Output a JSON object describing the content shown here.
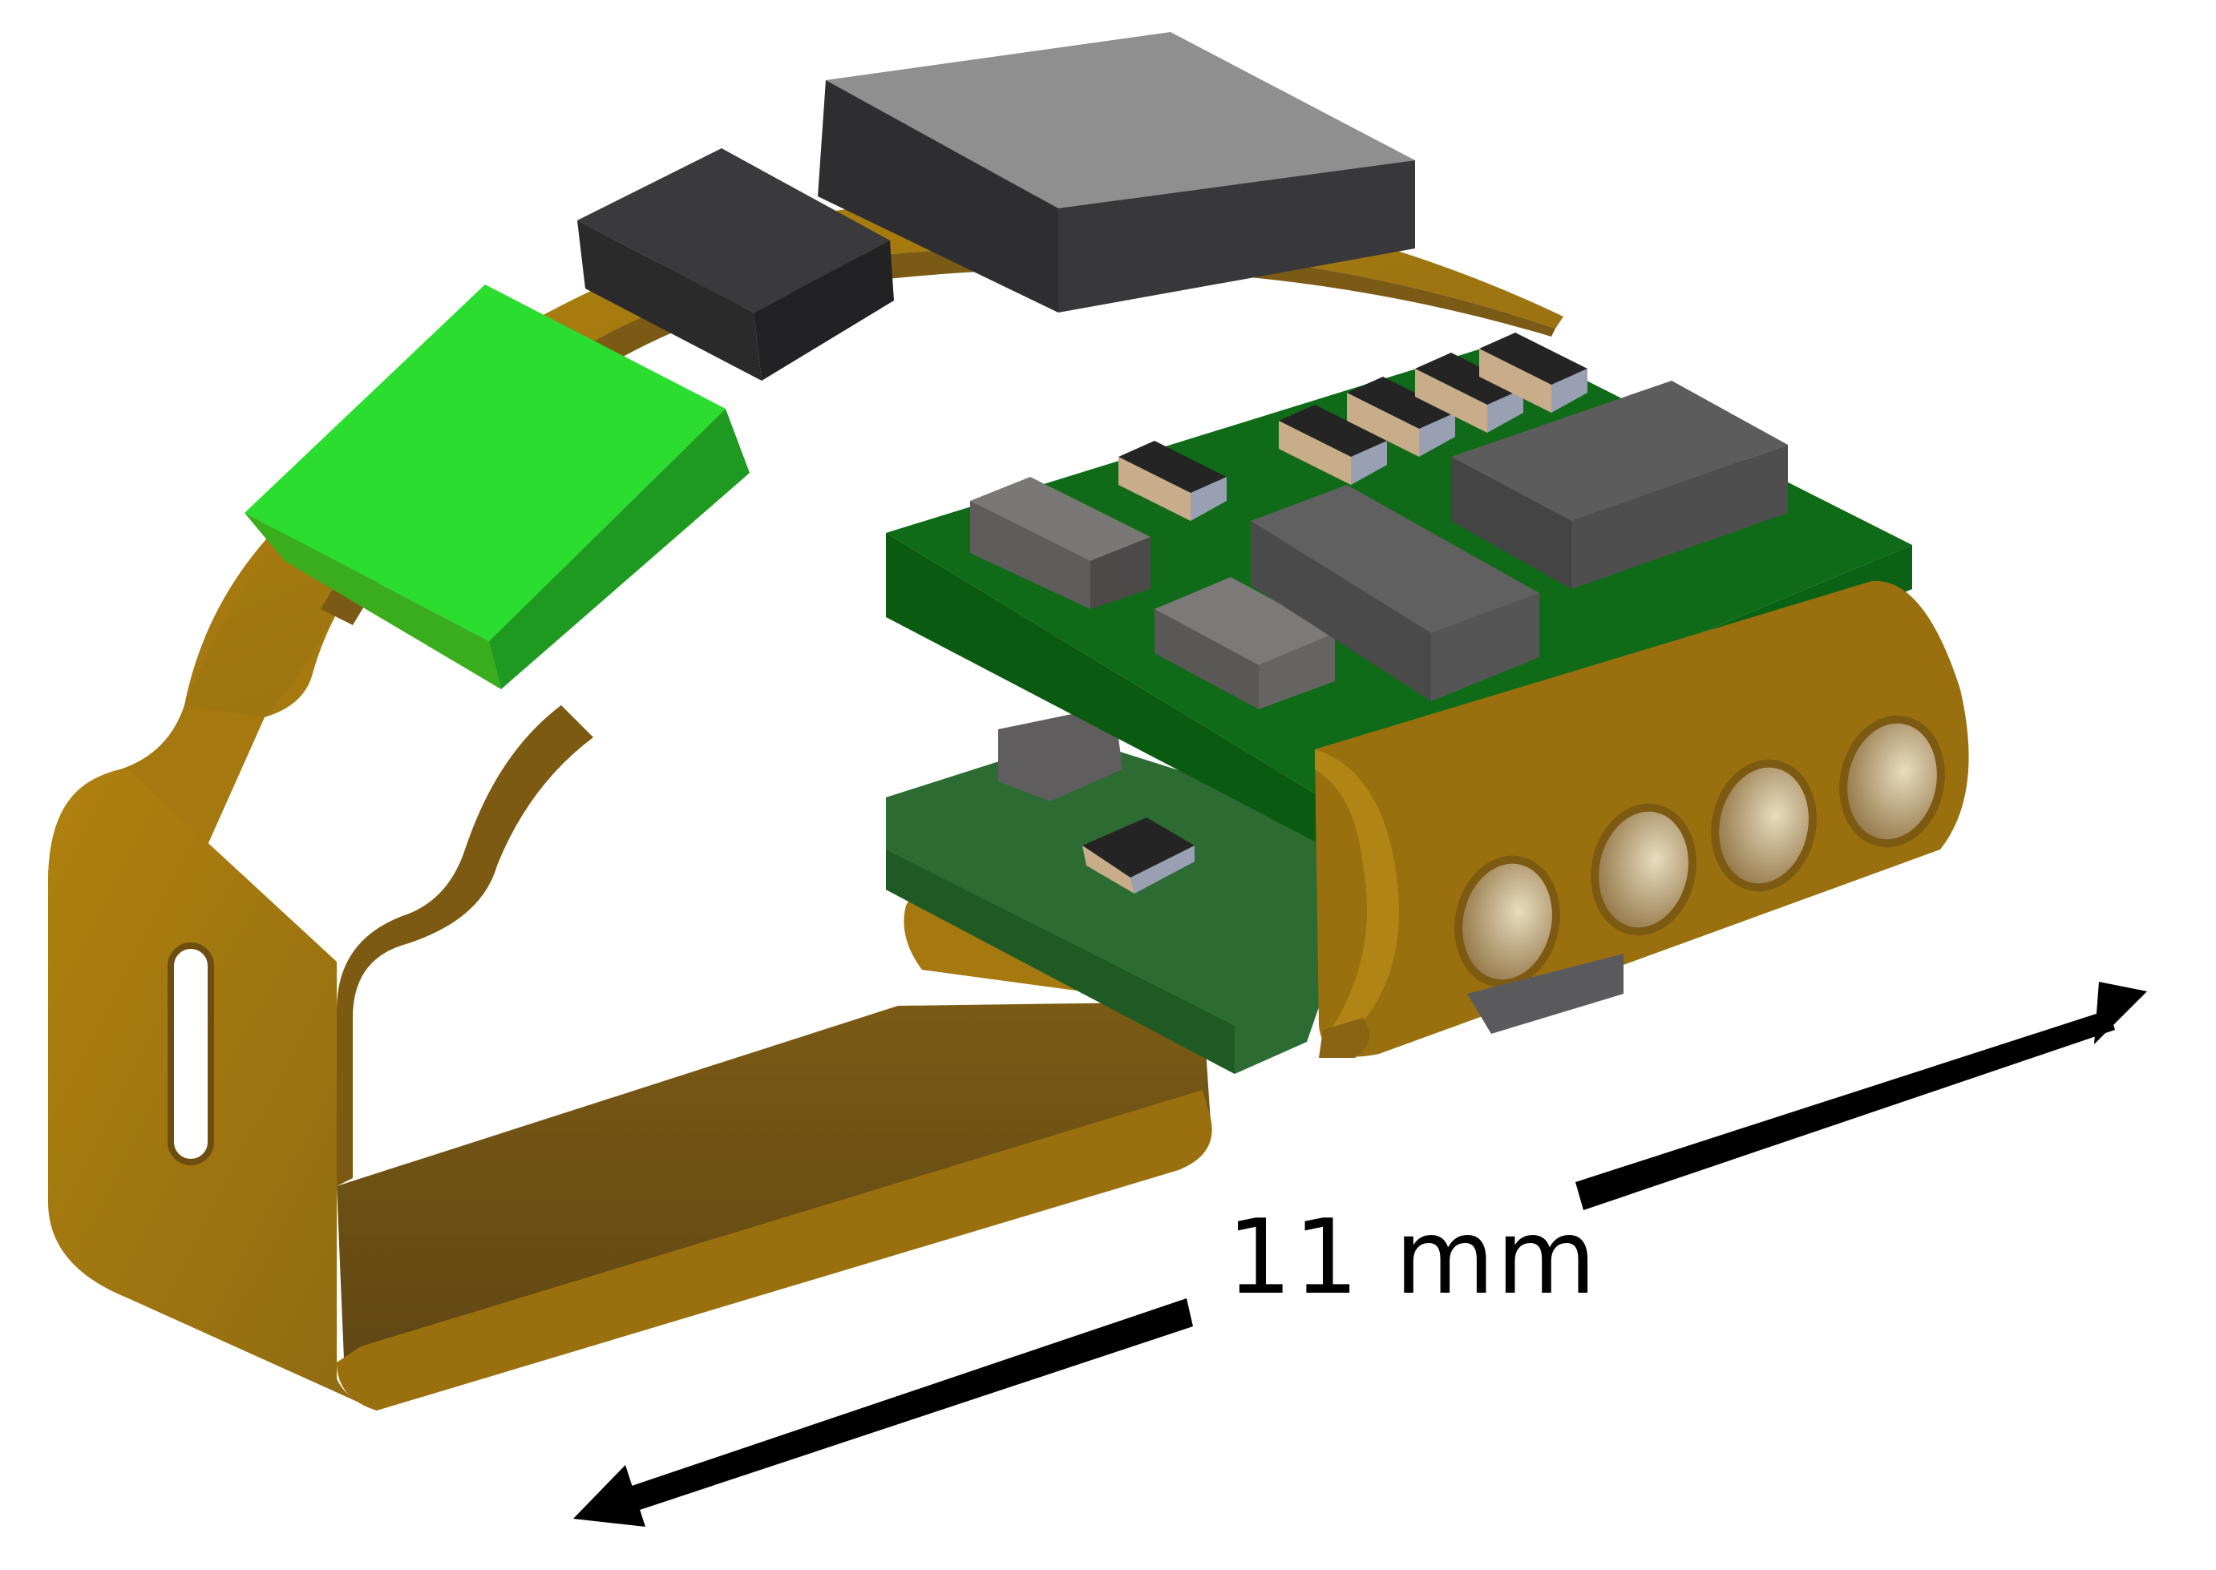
{
  "figure": {
    "subject": "flexible PCB device render",
    "dimension": {
      "label": "11 mm",
      "arrow_color": "#000000"
    },
    "colors": {
      "background": "#ffffff",
      "flex_substrate": "#a8780f",
      "flex_shadow": "#6e4e10",
      "green_component_top": "#2add2f",
      "green_component_side": "#1e9a20",
      "pcb_green": "#0f6b17",
      "pcb_green_dark": "#0a4f10",
      "ic_dark": "#2e2e30",
      "ic_gray_top": "#8f8f8f",
      "component_gray": "#5a5a5c",
      "resistor_body": "#c9ac8a",
      "resistor_cap": "#9aa0b4",
      "resistor_top": "#242424",
      "hole_inner": "#d8c7a4"
    },
    "parts": [
      "green-led-component",
      "black-ic-small",
      "gray-ic-large",
      "upper-pcb",
      "lower-pcb",
      "flex-loop",
      "connector-holes"
    ],
    "hole_count": 4
  }
}
